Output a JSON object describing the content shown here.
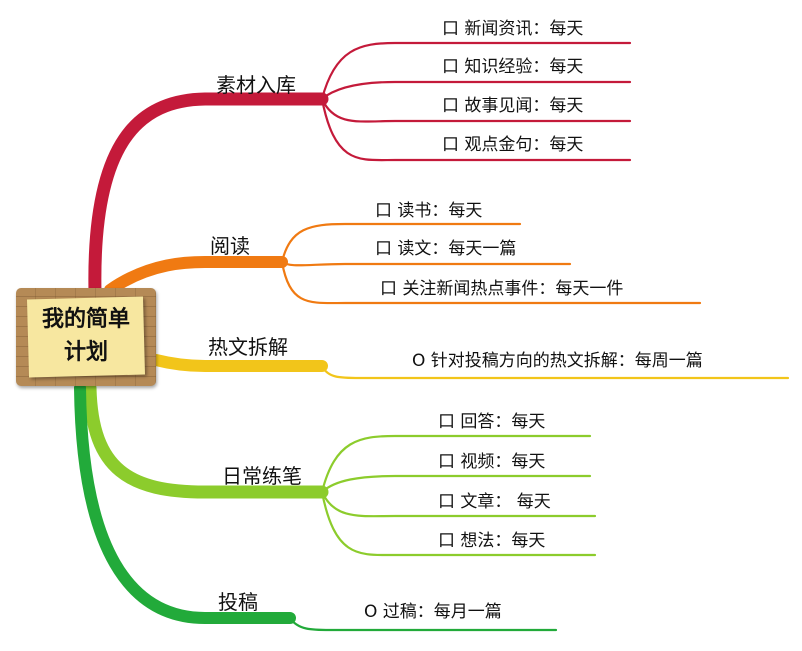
{
  "root": {
    "line1": "我的简单",
    "line2": "计划"
  },
  "colors": {
    "red": "#c41a3a",
    "orange": "#f07a12",
    "yellow": "#f2c51a",
    "lightgreen": "#8ccc2c",
    "green": "#22aa3a"
  },
  "branches": [
    {
      "id": "materials",
      "label": "素材入库",
      "color": "#c41a3a",
      "items": [
        "口 新闻资讯：每天",
        "口 知识经验：每天",
        "口 故事见闻：每天",
        "口 观点金句：每天"
      ]
    },
    {
      "id": "reading",
      "label": "阅读",
      "color": "#f07a12",
      "items": [
        "口 读书：每天",
        "口 读文：每天一篇",
        "口 关注新闻热点事件：每天一件"
      ]
    },
    {
      "id": "hot-articles",
      "label": "热文拆解",
      "color": "#f2c51a",
      "items": [
        "O 针对投稿方向的热文拆解：每周一篇"
      ]
    },
    {
      "id": "daily-practice",
      "label": "日常练笔",
      "color": "#8ccc2c",
      "items": [
        "口 回答：每天",
        "口 视频：每天",
        "口 文章：  每天",
        "口 想法：每天"
      ]
    },
    {
      "id": "submission",
      "label": "投稿",
      "color": "#22aa3a",
      "items": [
        "O 过稿：每月一篇"
      ]
    }
  ]
}
